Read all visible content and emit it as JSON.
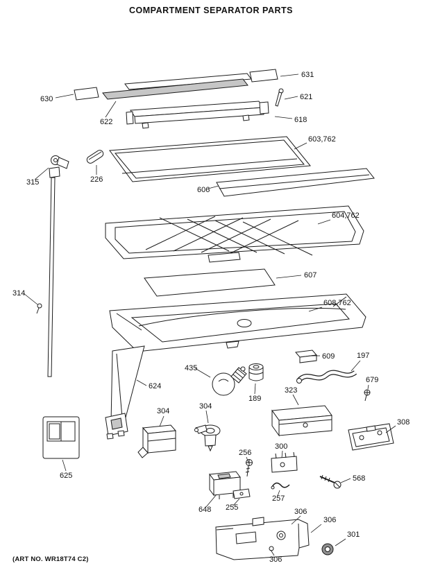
{
  "title": "COMPARTMENT SEPARATOR PARTS",
  "footer": {
    "art_no": "(ART NO. WR18T74 C2)"
  },
  "colors": {
    "ink": "#1a1a1a",
    "paper": "#ffffff"
  },
  "part_labels": {
    "l631": "631",
    "l630": "630",
    "l621": "621",
    "l622": "622",
    "l618": "618",
    "l603": "603,762",
    "l315": "315",
    "l226": "226",
    "l606": "606",
    "l604": "604,762",
    "l314": "314",
    "l607": "607",
    "l608": "608,762",
    "l609": "609",
    "l197": "197",
    "l435": "435",
    "l679": "679",
    "l624": "624",
    "l189": "189",
    "l323": "323",
    "l304a": "304",
    "l304b": "304",
    "l308": "308",
    "l300": "300",
    "l256": "256",
    "l625": "625",
    "l648": "648",
    "l255": "255",
    "l257": "257",
    "l568": "568",
    "l306a": "306",
    "l306b": "306",
    "l301": "301",
    "l306c": "306"
  }
}
